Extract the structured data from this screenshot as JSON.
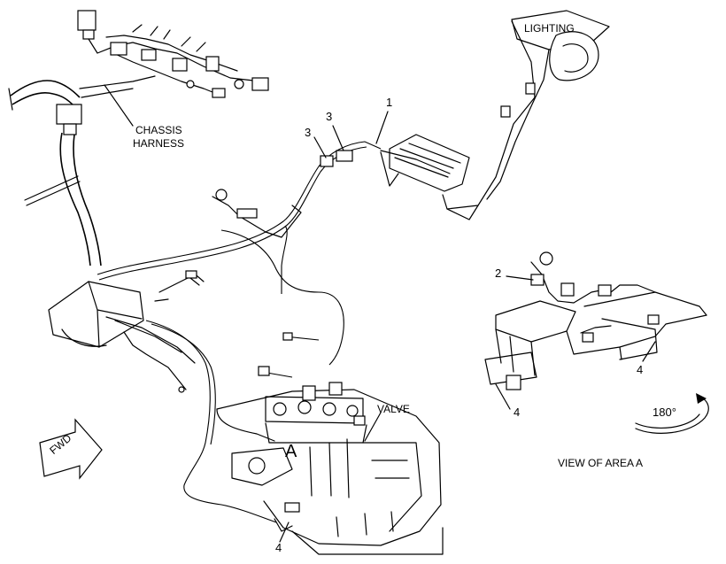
{
  "labels": {
    "lighting": "LIGHTING",
    "chassis_harness_line1": "CHASSIS",
    "chassis_harness_line2": "HARNESS",
    "valve": "VALVE",
    "area_a": "A",
    "view_of_area_a": "VIEW OF AREA A",
    "rotation": "180°",
    "fwd": "FWD"
  },
  "callouts": {
    "c1": "1",
    "c2": "2",
    "c3a": "3",
    "c3b": "3",
    "c4_main": "4",
    "c4_detail_right": "4",
    "c4_detail_bottom": "4"
  }
}
